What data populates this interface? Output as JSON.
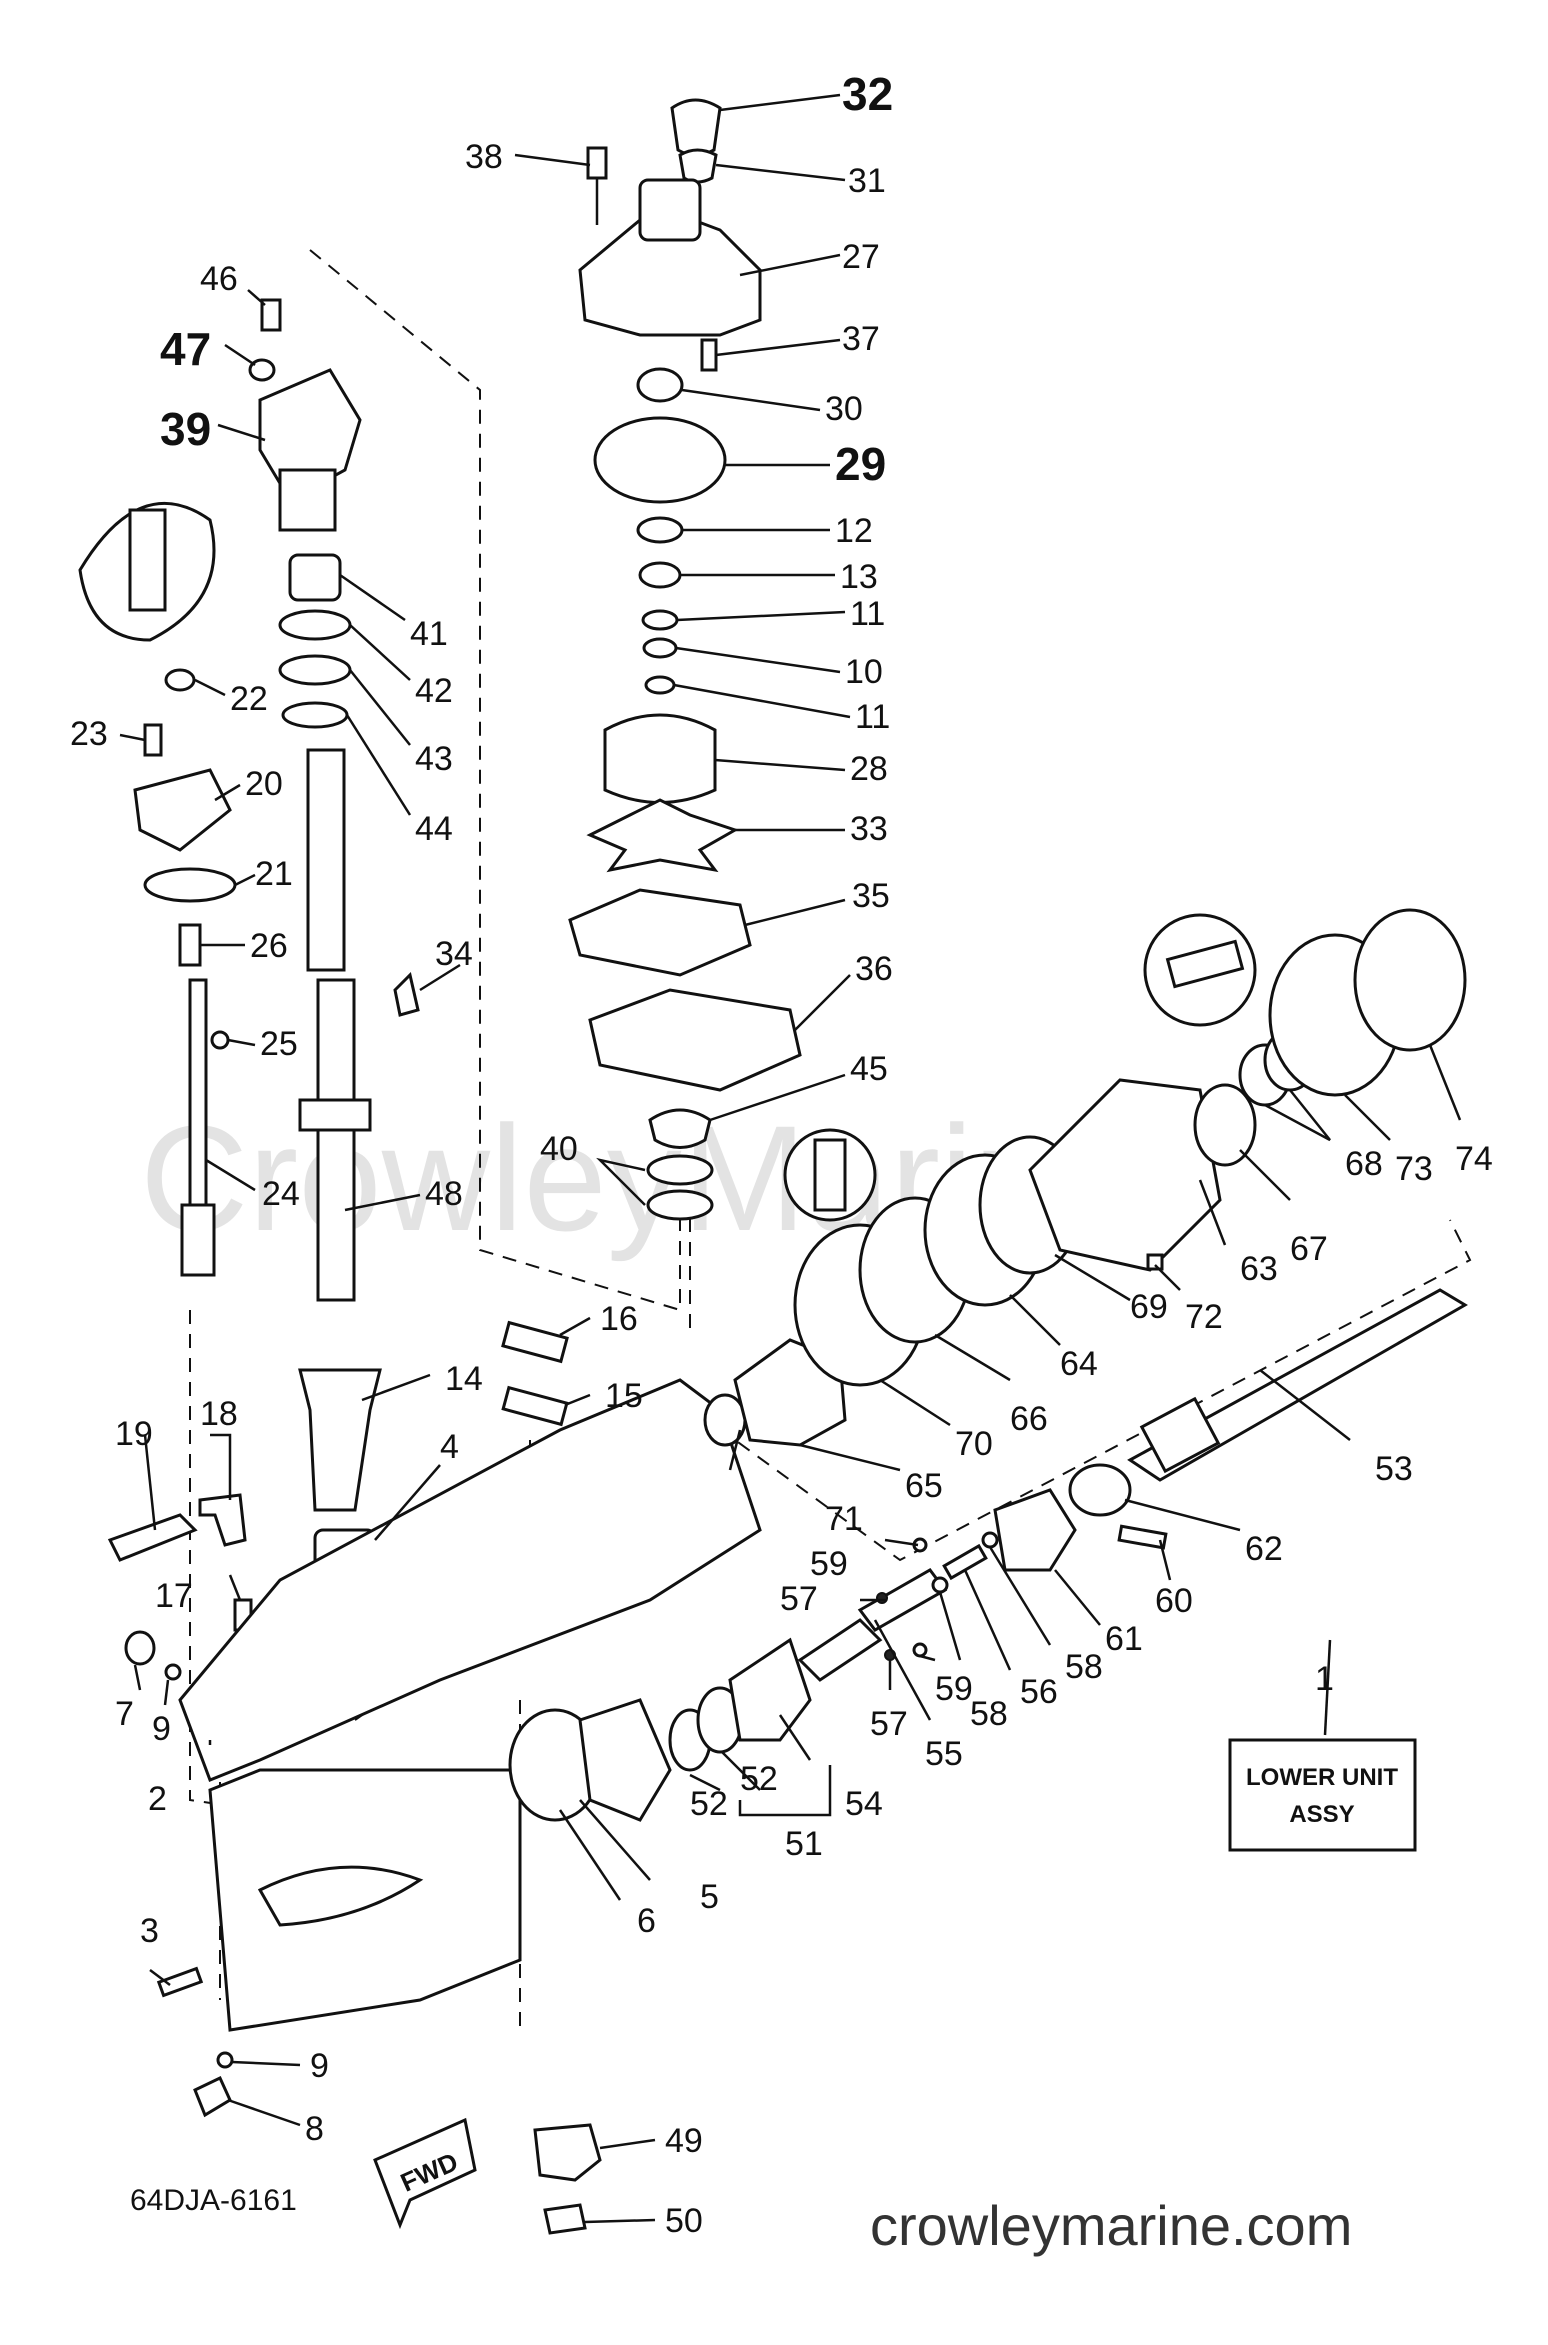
{
  "diagram": {
    "watermark": "CrowleyMarine",
    "drawing_code": "64DJA-6161",
    "site": "crowleymarine.com",
    "assembly_box": {
      "line1": "LOWER UNIT",
      "line2": "ASSY"
    },
    "direction_arrow": "FWD",
    "callouts": [
      {
        "id": "c32",
        "label": "32"
      },
      {
        "id": "c31",
        "label": "31"
      },
      {
        "id": "c38",
        "label": "38"
      },
      {
        "id": "c27",
        "label": "27"
      },
      {
        "id": "c37",
        "label": "37"
      },
      {
        "id": "c46",
        "label": "46"
      },
      {
        "id": "c47",
        "label": "47"
      },
      {
        "id": "c39",
        "label": "39"
      },
      {
        "id": "c30",
        "label": "30"
      },
      {
        "id": "c29",
        "label": "29"
      },
      {
        "id": "c12",
        "label": "12"
      },
      {
        "id": "c13",
        "label": "13"
      },
      {
        "id": "c11a",
        "label": "11"
      },
      {
        "id": "c10",
        "label": "10"
      },
      {
        "id": "c11b",
        "label": "11"
      },
      {
        "id": "c41",
        "label": "41"
      },
      {
        "id": "c42",
        "label": "42"
      },
      {
        "id": "c43",
        "label": "43"
      },
      {
        "id": "c44",
        "label": "44"
      },
      {
        "id": "c22",
        "label": "22"
      },
      {
        "id": "c23",
        "label": "23"
      },
      {
        "id": "c20",
        "label": "20"
      },
      {
        "id": "c21",
        "label": "21"
      },
      {
        "id": "c26",
        "label": "26"
      },
      {
        "id": "c28",
        "label": "28"
      },
      {
        "id": "c33",
        "label": "33"
      },
      {
        "id": "c35",
        "label": "35"
      },
      {
        "id": "c36",
        "label": "36"
      },
      {
        "id": "c34",
        "label": "34"
      },
      {
        "id": "c25",
        "label": "25"
      },
      {
        "id": "c45",
        "label": "45"
      },
      {
        "id": "c40",
        "label": "40"
      },
      {
        "id": "c24",
        "label": "24"
      },
      {
        "id": "c48",
        "label": "48"
      },
      {
        "id": "c74",
        "label": "74"
      },
      {
        "id": "c73",
        "label": "73"
      },
      {
        "id": "c68",
        "label": "68"
      },
      {
        "id": "c67",
        "label": "67"
      },
      {
        "id": "c63",
        "label": "63"
      },
      {
        "id": "c69",
        "label": "69"
      },
      {
        "id": "c72",
        "label": "72"
      },
      {
        "id": "c64",
        "label": "64"
      },
      {
        "id": "c66",
        "label": "66"
      },
      {
        "id": "c70",
        "label": "70"
      },
      {
        "id": "c65",
        "label": "65"
      },
      {
        "id": "c71",
        "label": "71"
      },
      {
        "id": "c53",
        "label": "53"
      },
      {
        "id": "c16",
        "label": "16"
      },
      {
        "id": "c14",
        "label": "14"
      },
      {
        "id": "c15",
        "label": "15"
      },
      {
        "id": "c4",
        "label": "4"
      },
      {
        "id": "c19",
        "label": "19"
      },
      {
        "id": "c18",
        "label": "18"
      },
      {
        "id": "c62",
        "label": "62"
      },
      {
        "id": "c60",
        "label": "60"
      },
      {
        "id": "c61",
        "label": "61"
      },
      {
        "id": "c59a",
        "label": "59"
      },
      {
        "id": "c57a",
        "label": "57"
      },
      {
        "id": "c17",
        "label": "17"
      },
      {
        "id": "c58a",
        "label": "58"
      },
      {
        "id": "c56",
        "label": "56"
      },
      {
        "id": "c58b",
        "label": "58"
      },
      {
        "id": "c59b",
        "label": "59"
      },
      {
        "id": "c7",
        "label": "7"
      },
      {
        "id": "c9a",
        "label": "9"
      },
      {
        "id": "c57b",
        "label": "57"
      },
      {
        "id": "c55",
        "label": "55"
      },
      {
        "id": "c54",
        "label": "54"
      },
      {
        "id": "c52a",
        "label": "52"
      },
      {
        "id": "c52b",
        "label": "52"
      },
      {
        "id": "c51",
        "label": "51"
      },
      {
        "id": "c1",
        "label": "1"
      },
      {
        "id": "c2",
        "label": "2"
      },
      {
        "id": "c5",
        "label": "5"
      },
      {
        "id": "c6",
        "label": "6"
      },
      {
        "id": "c3",
        "label": "3"
      },
      {
        "id": "c9b",
        "label": "9"
      },
      {
        "id": "c49",
        "label": "49"
      },
      {
        "id": "c8",
        "label": "8"
      },
      {
        "id": "c50",
        "label": "50"
      }
    ]
  }
}
